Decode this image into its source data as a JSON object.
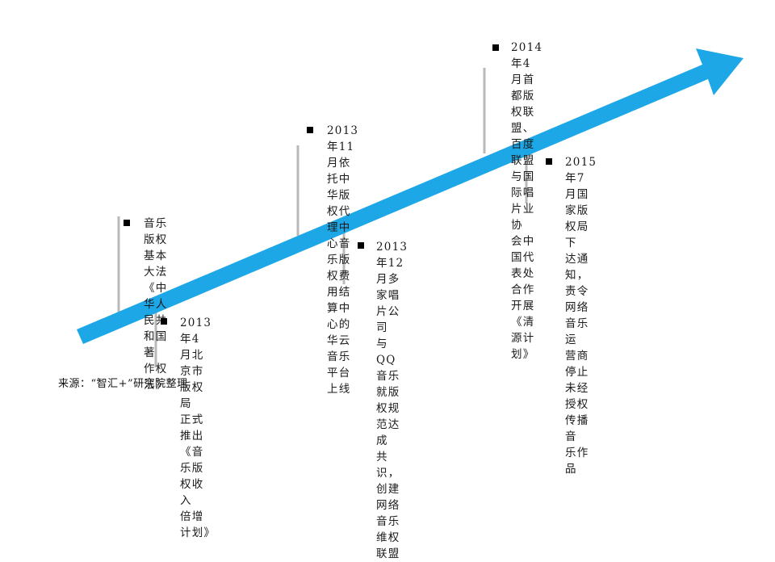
{
  "arrow_color": "#1ea7e6",
  "stem_color": "#b9b9b9",
  "events": [
    {
      "id": "e1",
      "text": "音乐版权基本大法\n《中华人民共和国著\n作权法》"
    },
    {
      "id": "e2",
      "text": "2013年4月北京市版权局\n正式推出《音乐版权收入\n倍增计划》"
    },
    {
      "id": "e3",
      "text": "2013年11月依托中华版\n权代理中心音乐版权费\n用结算中心的华云音乐\n平台上线"
    },
    {
      "id": "e4",
      "text": "2013年12月多家唱片公司\n与QQ音乐就版权规范达成\n共识，创建网络音乐维权\n联盟"
    },
    {
      "id": "e5",
      "text": "2014年4月首都版权联盟、\n百度联盟与国际唱片业协\n会中国代表处合作开展\n《清源计划》"
    },
    {
      "id": "e6",
      "text": "2015年7月国家版权局下\n达通知，责令网络音乐运\n营商停止未经授权传播音\n乐作品"
    }
  ],
  "source": "来源：“智汇+”研究院整理"
}
